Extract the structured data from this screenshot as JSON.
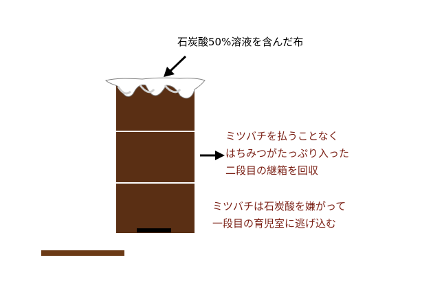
{
  "colors": {
    "hive_body": "#5a2f14",
    "box_separator": "#ffffff",
    "cloth": "#ffffff",
    "cloth_shadow": "#d9d9d9",
    "entrance": "#000000",
    "ground": "#6b3a16",
    "arrow": "#000000",
    "caption_top": "#000000",
    "caption_body": "#7a1f14"
  },
  "labels": {
    "cloth": "石炭酸50%溶液を含んだ布",
    "remove_super": [
      "ミツバチを払うことなく",
      "はちみつがたっぷり入った",
      "二段目の継箱を回収"
    ],
    "bees_move": [
      "ミツバチは石炭酸を嫌がって",
      "一段目の育児室に逃げ込む"
    ]
  },
  "icons": {
    "cloth_arrow": "arrow-down-left-icon",
    "super_arrow": "arrow-right-icon"
  }
}
